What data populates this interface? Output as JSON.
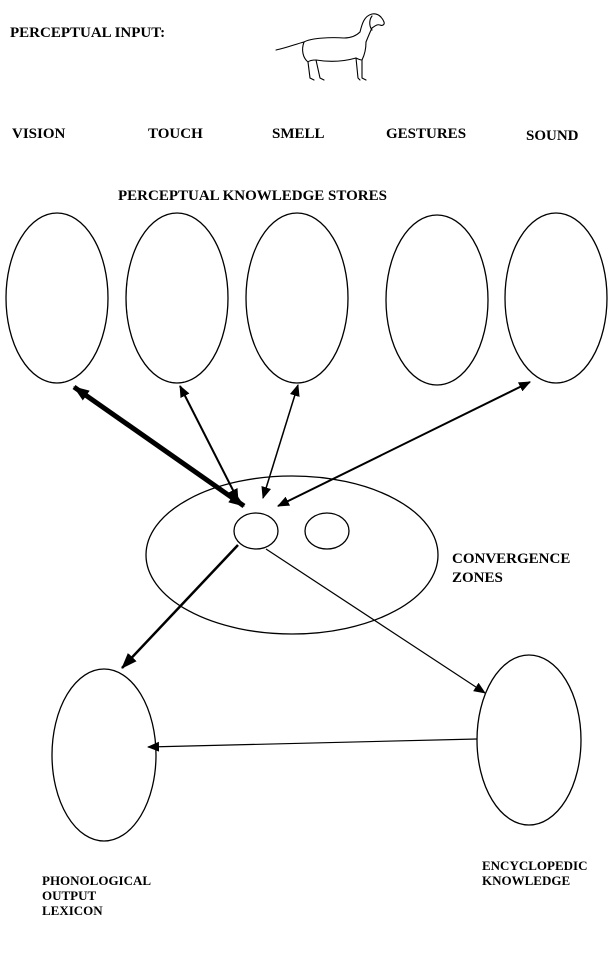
{
  "input_label": "PERCEPTUAL INPUT:",
  "input_icon": "dog-icon",
  "modalities": [
    "VISION",
    "TOUCH",
    "SMELL",
    "GESTURES",
    "SOUND"
  ],
  "stores_title": "PERCEPTUAL KNOWLEDGE STORES",
  "convergence_label": [
    "CONVERGENCE",
    "ZONES"
  ],
  "phonological_label": [
    "PHONOLOGICAL",
    "OUTPUT",
    "LEXICON"
  ],
  "encyclopedic_label": [
    "ENCYCLOPEDIC",
    "KNOWLEDGE"
  ],
  "stroke_color": "#000000"
}
